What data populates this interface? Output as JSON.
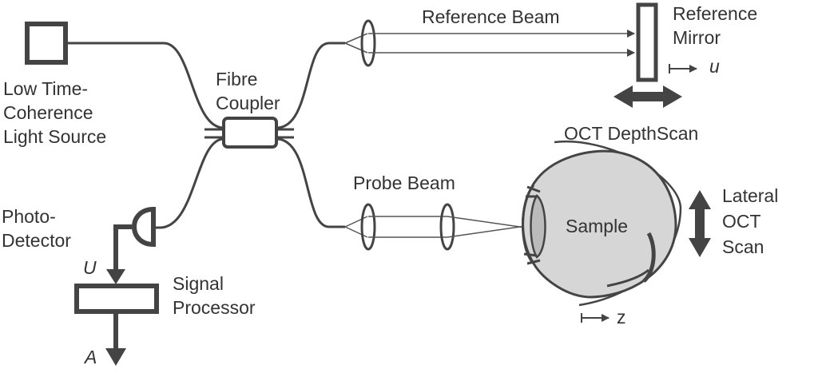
{
  "source": {
    "line1": "Low Time-",
    "line2": "Coherence",
    "line3": "Light Source"
  },
  "coupler": {
    "line1": "Fibre",
    "line2": "Coupler"
  },
  "reference_beam": "Reference Beam",
  "reference_mirror": {
    "line1": "Reference",
    "line2": "Mirror"
  },
  "mirror_axis": "u",
  "detector": {
    "line1": "Photo-",
    "line2": "Detector"
  },
  "signal_in": "U",
  "signal_out": "A",
  "processor": {
    "line1": "Signal",
    "line2": "Processor"
  },
  "probe_beam": "Probe Beam",
  "depth_scan": "OCT DepthScan",
  "sample": "Sample",
  "lateral": {
    "line1": "Lateral",
    "line2": "OCT",
    "line3": "Scan"
  },
  "depth_axis": "z",
  "colors": {
    "line": "#444444",
    "eye_fill": "#d6d6d6",
    "text": "#333333"
  }
}
